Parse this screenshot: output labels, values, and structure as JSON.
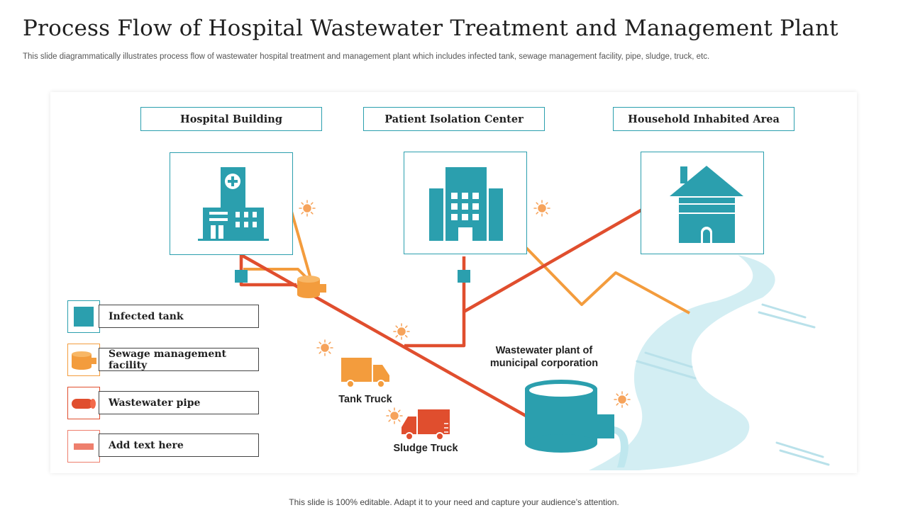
{
  "title": "Process Flow of Hospital Wastewater Treatment and Management Plant",
  "subtitle": "This slide diagrammatically illustrates process flow of wastewater hospital treatment and management plant which includes infected tank, sewage management facility, pipe, sludge, truck, etc.",
  "sources": [
    {
      "label": "Hospital Building",
      "icon": "hospital-icon"
    },
    {
      "label": "Patient Isolation Center",
      "icon": "office-building-icon"
    },
    {
      "label": "Household Inhabited Area",
      "icon": "house-icon"
    }
  ],
  "legend": [
    {
      "label": "Infected tank",
      "icon": "infected-tank-icon",
      "color": "#2b9fae"
    },
    {
      "label": "Sewage management facility",
      "icon": "sewage-facility-icon",
      "color": "#f39c3d"
    },
    {
      "label": "Wastewater pipe",
      "icon": "wastewater-pipe-icon",
      "color": "#e04e2e"
    },
    {
      "label": "Add text here",
      "icon": "placeholder-bar-icon",
      "color": "#ee7f6d"
    }
  ],
  "plant_label_line1": "Wastewater plant of",
  "plant_label_line2": "municipal corporation",
  "tank_truck_label": "Tank Truck",
  "sludge_truck_label": "Sludge Truck",
  "footer": "This slide is 100% editable. Adapt it to your need and capture your audience’s attention.",
  "colors": {
    "teal": "#2b9fae",
    "orange": "#f39c3d",
    "red": "#e04e2e",
    "river": "#d3eef3"
  }
}
